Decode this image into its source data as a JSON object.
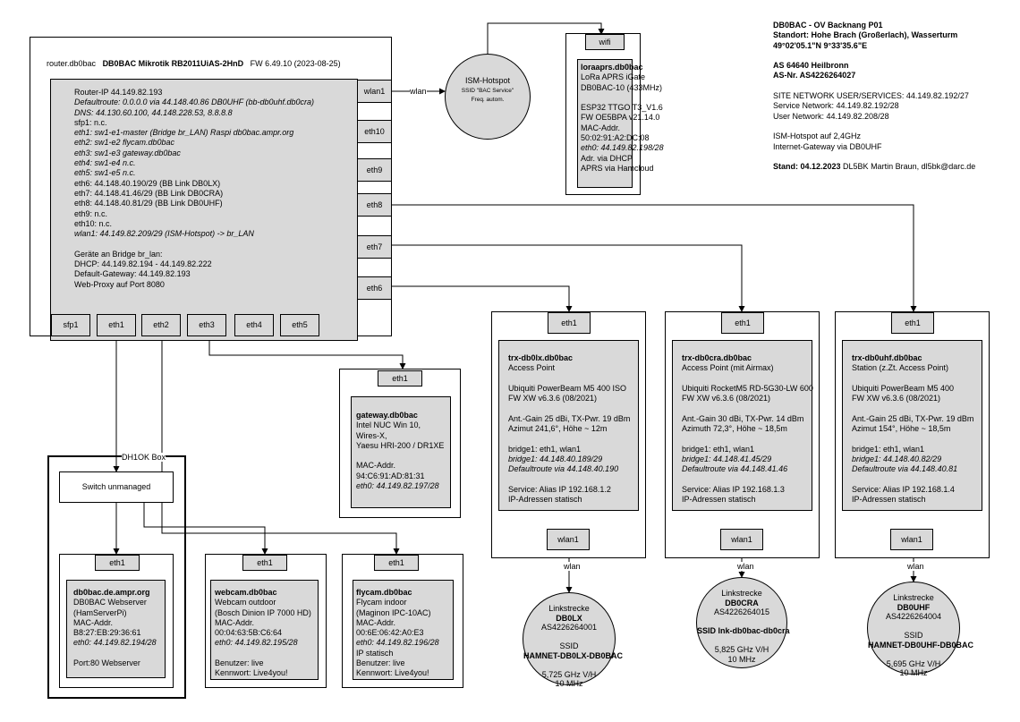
{
  "router": {
    "host": "router.db0bac",
    "model": "DB0BAC Mikrotik RB2011UiAS-2HnD",
    "fw": "FW 6.49.10 (2023-08-25)",
    "lines": [
      {
        "t": "Router-IP 44.149.82.193",
        "s": ""
      },
      {
        "t": "Defaultroute: 0.0.0.0 via 44.148.40.86 DB0UHF (bb-db0uhf.db0cra)",
        "s": "i"
      },
      {
        "t": "DNS: 44.130.60.100, 44.148.228.53, 8.8.8.8",
        "s": "i"
      },
      {
        "t": "sfp1: n.c.",
        "s": ""
      },
      {
        "t": "eth1: sw1-e1-master (Bridge br_LAN) Raspi db0bac.ampr.org",
        "s": "i"
      },
      {
        "t": "eth2: sw1-e2 flycam.db0bac",
        "s": "i"
      },
      {
        "t": "eth3: sw1-e3 gateway.db0bac",
        "s": "i"
      },
      {
        "t": "eth4: sw1-e4 n.c.",
        "s": "i"
      },
      {
        "t": "eth5: sw1-e5 n.c.",
        "s": "i"
      },
      {
        "t": "eth6: 44.148.40.190/29 (BB Link DB0LX)",
        "s": ""
      },
      {
        "t": "eth7: 44.148.41.46/29 (BB Link DB0CRA)",
        "s": ""
      },
      {
        "t": "eth8: 44.148.40.81/29 (BB Link DB0UHF)",
        "s": ""
      },
      {
        "t": "eth9: n.c.",
        "s": ""
      },
      {
        "t": "eth10:  n.c.",
        "s": ""
      },
      {
        "t": "wlan1: 44.149.82.209/29 (ISM-Hotspot) -> br_LAN",
        "s": "i"
      },
      {
        "t": "",
        "s": ""
      },
      {
        "t": "Geräte an Bridge br_lan:",
        "s": ""
      },
      {
        "t": "DHCP: 44.149.82.194 - 44.149.82.222",
        "s": ""
      },
      {
        "t": "Default-Gateway: 44.149.82.193",
        "s": ""
      },
      {
        "t": "Web-Proxy auf Port 8080",
        "s": ""
      }
    ],
    "side_ports": [
      "wlan1",
      "eth10",
      "eth9",
      "eth8",
      "eth7",
      "eth6"
    ],
    "bottom_ports": [
      "sfp1",
      "eth1",
      "eth2",
      "eth3",
      "eth4",
      "eth5"
    ]
  },
  "hotspot": {
    "title": "ISM-Hotspot",
    "ssid": "SSID \"BAC Service\"",
    "freq": "Freq. autom.",
    "link_label": "wlan"
  },
  "lora": {
    "port": "wifi",
    "lines": [
      {
        "t": "loraaprs.db0bac",
        "s": "b"
      },
      {
        "t": "LoRa APRS iGate",
        "s": ""
      },
      {
        "t": "DB0BAC-10 (433MHz)",
        "s": ""
      },
      {
        "t": "",
        "s": ""
      },
      {
        "t": "ESP32 TTGO T3_V1.6",
        "s": ""
      },
      {
        "t": "FW OE5BPA v21.14.0",
        "s": ""
      },
      {
        "t": "MAC-Addr.",
        "s": ""
      },
      {
        "t": "50:02:91:A2:DC:08",
        "s": ""
      },
      {
        "t": "eth0: 44.149.82.198/28",
        "s": "i"
      },
      {
        "t": "Adr. via DHCP",
        "s": ""
      },
      {
        "t": "APRS via Hamcloud",
        "s": ""
      }
    ]
  },
  "info": {
    "lines": [
      {
        "t": "DB0BAC - OV Backnang P01",
        "s": "b"
      },
      {
        "t": "Standort: Hohe Brach (Großerlach), Wasserturm",
        "s": "b"
      },
      {
        "t": "49°02'05.1\"N 9°33'35.6\"E",
        "s": "b"
      },
      {
        "t": "",
        "s": ""
      },
      {
        "t": "AS 64640 Heilbronn",
        "s": "b"
      },
      {
        "t": "AS-Nr. AS4226264027",
        "s": "b"
      },
      {
        "t": "",
        "s": ""
      },
      {
        "t": "SITE NETWORK USER/SERVICES: 44.149.82.192/27",
        "s": ""
      },
      {
        "t": "Service Network: 44.149.82.192/28",
        "s": ""
      },
      {
        "t": "User Network: 44.149.82.208/28",
        "s": ""
      },
      {
        "t": "",
        "s": ""
      },
      {
        "t": "ISM-Hotspot auf 2,4GHz",
        "s": ""
      },
      {
        "t": "Internet-Gateway via DB0UHF",
        "s": ""
      },
      {
        "t": "",
        "s": ""
      }
    ],
    "stand_label": "Stand: 04.12.2023",
    "stand_rest": " DL5BK Martin Braun, dl5bk@darc.de"
  },
  "gateway": {
    "port": "eth1",
    "lines": [
      {
        "t": "gateway.db0bac",
        "s": "b"
      },
      {
        "t": "Intel NUC Win 10,",
        "s": ""
      },
      {
        "t": "Wires-X,",
        "s": ""
      },
      {
        "t": "Yaesu HRI-200 / DR1XE",
        "s": ""
      },
      {
        "t": "",
        "s": ""
      },
      {
        "t": "MAC-Addr.",
        "s": ""
      },
      {
        "t": "94:C6:91:AD:81:31",
        "s": ""
      },
      {
        "t": "eth0: 44.149.82.197/28",
        "s": "i"
      }
    ]
  },
  "dh1ok": {
    "title": "DH1OK Box",
    "switch": "Switch unmanaged",
    "port": "eth1",
    "lines": [
      {
        "t": "db0bac.de.ampr.org",
        "s": "b"
      },
      {
        "t": "DB0BAC Webserver",
        "s": ""
      },
      {
        "t": "(HamServerPi)",
        "s": ""
      },
      {
        "t": "MAC-Addr.",
        "s": ""
      },
      {
        "t": "B8:27:EB:29:36:61",
        "s": ""
      },
      {
        "t": "eth0: 44.149.82.194/28",
        "s": "i"
      },
      {
        "t": "",
        "s": ""
      },
      {
        "t": "Port:80 Webserver",
        "s": ""
      }
    ]
  },
  "webcam": {
    "port": "eth1",
    "lines": [
      {
        "t": "webcam.db0bac",
        "s": "b"
      },
      {
        "t": "Webcam outdoor",
        "s": ""
      },
      {
        "t": "(Bosch Dinion IP 7000 HD)",
        "s": ""
      },
      {
        "t": "MAC-Addr.",
        "s": ""
      },
      {
        "t": "00:04:63:5B:C6:64",
        "s": ""
      },
      {
        "t": "eth0: 44.149.82.195/28",
        "s": "i"
      },
      {
        "t": "",
        "s": ""
      },
      {
        "t": "Benutzer: live",
        "s": ""
      },
      {
        "t": "Kennwort: Live4you!",
        "s": ""
      }
    ]
  },
  "flycam": {
    "port": "eth1",
    "lines": [
      {
        "t": "flycam.db0bac",
        "s": "b"
      },
      {
        "t": "Flycam indoor",
        "s": ""
      },
      {
        "t": "(Maginon IPC-10AC)",
        "s": ""
      },
      {
        "t": "MAC-Addr.",
        "s": ""
      },
      {
        "t": "00:6E:06:42:A0:E3",
        "s": ""
      },
      {
        "t": "eth0: 44.149.82.196/28",
        "s": "i"
      },
      {
        "t": "IP statisch",
        "s": ""
      },
      {
        "t": "Benutzer: live",
        "s": ""
      },
      {
        "t": "Kennwort: Live4you!",
        "s": ""
      }
    ]
  },
  "trx": [
    {
      "port_top": "eth1",
      "port_bottom": "wlan1",
      "link_label": "wlan",
      "lines": [
        {
          "t": "trx-db0lx.db0bac",
          "s": "b"
        },
        {
          "t": "Access Point",
          "s": ""
        },
        {
          "t": "",
          "s": ""
        },
        {
          "t": "Ubiquiti PowerBeam M5 400 ISO",
          "s": ""
        },
        {
          "t": "FW XW v6.3.6 (08/2021)",
          "s": ""
        },
        {
          "t": "",
          "s": ""
        },
        {
          "t": "Ant.-Gain 25 dBi, TX-Pwr. 19 dBm",
          "s": ""
        },
        {
          "t": "Azimut 241,6°, Höhe ~ 12m",
          "s": ""
        },
        {
          "t": "",
          "s": ""
        },
        {
          "t": "bridge1: eth1, wlan1",
          "s": ""
        },
        {
          "t": "bridge1: 44.148.40.189/29",
          "s": "i"
        },
        {
          "t": "Defaultroute via 44.148.40.190",
          "s": "i"
        },
        {
          "t": "",
          "s": ""
        },
        {
          "t": "Service: Alias IP 192.168.1.2",
          "s": ""
        },
        {
          "t": "IP-Adressen statisch",
          "s": ""
        }
      ],
      "circle": [
        {
          "t": "Linkstrecke",
          "s": ""
        },
        {
          "t": "DB0LX",
          "s": "b"
        },
        {
          "t": "AS4226264001",
          "s": ""
        },
        {
          "t": "",
          "s": ""
        },
        {
          "t": "SSID",
          "s": ""
        },
        {
          "t": "HAMNET-DB0LX-DB0BAC",
          "s": "b"
        },
        {
          "t": "",
          "s": ""
        },
        {
          "t": "5,725 GHz V/H",
          "s": ""
        },
        {
          "t": "10 MHz",
          "s": ""
        }
      ]
    },
    {
      "port_top": "eth1",
      "port_bottom": "wlan1",
      "link_label": "wlan",
      "lines": [
        {
          "t": "trx-db0cra.db0bac",
          "s": "b"
        },
        {
          "t": "Access Point (mit Airmax)",
          "s": ""
        },
        {
          "t": "",
          "s": ""
        },
        {
          "t": "Ubiquiti RocketM5 RD-5G30-LW 600",
          "s": ""
        },
        {
          "t": "FW XW v6.3.6 (08/2021)",
          "s": ""
        },
        {
          "t": "",
          "s": ""
        },
        {
          "t": "Ant.-Gain 30 dBi, TX-Pwr. 14 dBm",
          "s": ""
        },
        {
          "t": "Azimuth 72,3°, Höhe ~ 18,5m",
          "s": ""
        },
        {
          "t": "",
          "s": ""
        },
        {
          "t": "bridge1: eth1, wlan1",
          "s": ""
        },
        {
          "t": "bridge1: 44.148.41.45/29",
          "s": "i"
        },
        {
          "t": "Defaultroute via 44.148.41.46",
          "s": "i"
        },
        {
          "t": "",
          "s": ""
        },
        {
          "t": "Service: Alias IP 192.168.1.3",
          "s": ""
        },
        {
          "t": "IP-Adressen statisch",
          "s": ""
        }
      ],
      "circle": [
        {
          "t": "Linkstrecke",
          "s": ""
        },
        {
          "t": "DB0CRA",
          "s": "b"
        },
        {
          "t": "AS4226264015",
          "s": ""
        },
        {
          "t": "",
          "s": ""
        },
        {
          "t": "SSID  lnk-db0bac-db0cra",
          "s": "b"
        },
        {
          "t": "",
          "s": ""
        },
        {
          "t": "5,825 GHz V/H",
          "s": ""
        },
        {
          "t": "10 MHz",
          "s": ""
        }
      ]
    },
    {
      "port_top": "eth1",
      "port_bottom": "wlan1",
      "link_label": "wlan",
      "lines": [
        {
          "t": "trx-db0uhf.db0bac",
          "s": "b"
        },
        {
          "t": "Station (z.Zt. Access Point)",
          "s": ""
        },
        {
          "t": "",
          "s": ""
        },
        {
          "t": "Ubiquiti PowerBeam M5 400",
          "s": ""
        },
        {
          "t": "FW XW v6.3.6 (08/2021)",
          "s": ""
        },
        {
          "t": "",
          "s": ""
        },
        {
          "t": "Ant.-Gain 25 dBi, TX-Pwr. 19 dBm",
          "s": ""
        },
        {
          "t": "Azimut 154°, Höhe ~ 18,5m",
          "s": ""
        },
        {
          "t": "",
          "s": ""
        },
        {
          "t": "bridge1: eth1, wlan1",
          "s": ""
        },
        {
          "t": "bridge1: 44.148.40.82/29",
          "s": "i"
        },
        {
          "t": "Defaultroute via 44.148.40.81",
          "s": "i"
        },
        {
          "t": "",
          "s": ""
        },
        {
          "t": "Service: Alias IP 192.168.1.4",
          "s": ""
        },
        {
          "t": "IP-Adressen statisch",
          "s": ""
        }
      ],
      "circle": [
        {
          "t": "Linkstrecke",
          "s": ""
        },
        {
          "t": "DB0UHF",
          "s": "b"
        },
        {
          "t": "AS4226264004",
          "s": ""
        },
        {
          "t": "",
          "s": ""
        },
        {
          "t": "SSID",
          "s": ""
        },
        {
          "t": "HAMNET-DB0UHF-DB0BAC",
          "s": "b"
        },
        {
          "t": "",
          "s": ""
        },
        {
          "t": "5,695 GHz V/H",
          "s": ""
        },
        {
          "t": "10 MHz",
          "s": ""
        }
      ]
    }
  ]
}
